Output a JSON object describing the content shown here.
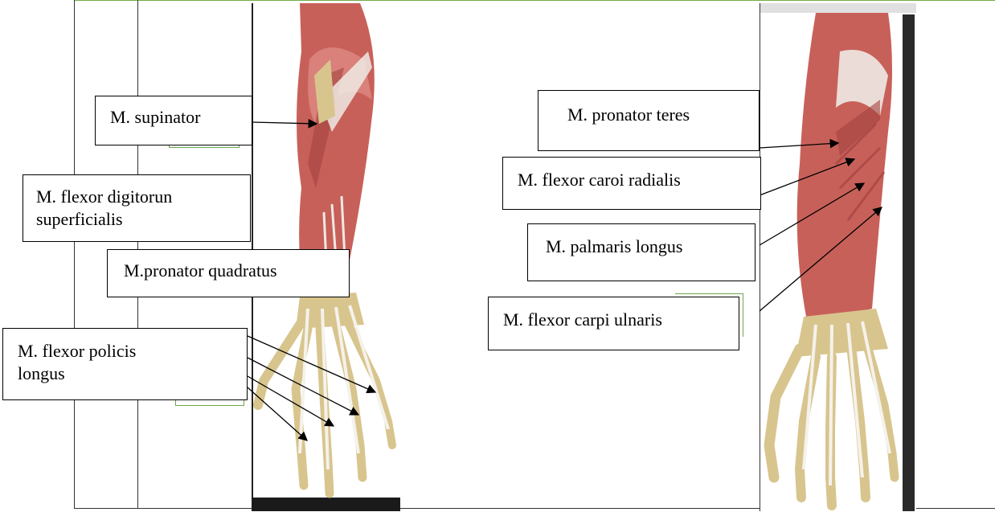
{
  "colors": {
    "table_border": "#333333",
    "top_rule": "#70ad47",
    "green_mark": "#6aa84f",
    "muscle": "#c8605a",
    "muscle_dark": "#a3433f",
    "tendon": "#eeeae4",
    "bone": "#d8c58e",
    "bone_dark": "#b79f5e",
    "frame": "#222222"
  },
  "left_image": {
    "labels": {
      "supinator": "M. supinator",
      "fds_line1": "M. flexor digitorun",
      "fds_line2": "superficialis",
      "pronator_quadratus": "M.pronator quadratus",
      "fpl_line1": "M. flexor policis",
      "fpl_line2": "longus"
    }
  },
  "right_image": {
    "labels": {
      "pronator_teres": "M. pronator teres",
      "fcr": "M. flexor caroi radialis",
      "palmaris_longus": "M. palmaris longus",
      "fcu": "M. flexor carpi ulnaris"
    }
  }
}
